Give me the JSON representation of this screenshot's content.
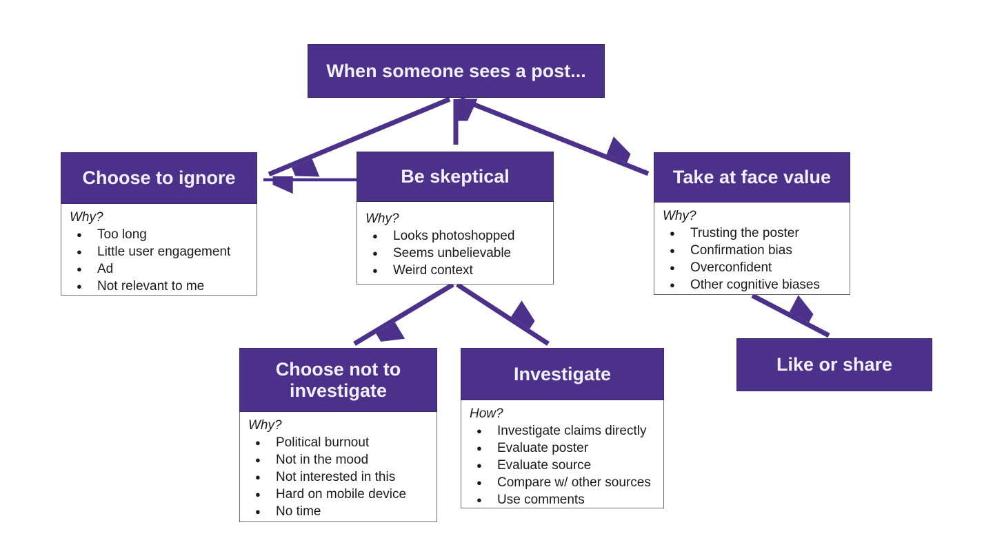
{
  "colors": {
    "purple": "#4B3189",
    "purple-border": "#3A2767",
    "header-text": "#F3EFF9",
    "body-text": "#1A1A1A",
    "border-gray": "#6B6B6B",
    "bg": "#FFFFFF"
  },
  "nodes": {
    "root": {
      "title": "When someone sees a post..."
    },
    "ignore": {
      "title": "Choose to ignore",
      "question": "Why?",
      "items": [
        "Too long",
        "Little user engagement",
        "Ad",
        "Not relevant to me"
      ]
    },
    "skeptical": {
      "title": "Be skeptical",
      "question": "Why?",
      "items": [
        "Looks photoshopped",
        "Seems unbelievable",
        "Weird context"
      ]
    },
    "face_value": {
      "title": "Take at face value",
      "question": "Why?",
      "items": [
        "Trusting the poster",
        "Confirmation bias",
        "Overconfident",
        "Other cognitive biases"
      ]
    },
    "not_investigate": {
      "title": "Choose not to investigate",
      "question": "Why?",
      "items": [
        "Political burnout",
        "Not in the mood",
        "Not interested in this",
        "Hard on mobile device",
        "No time"
      ]
    },
    "investigate": {
      "title": "Investigate",
      "question": "How?",
      "items": [
        "Investigate claims directly",
        "Evaluate poster",
        "Evaluate source",
        "Compare w/ other sources",
        "Use comments"
      ]
    },
    "like_share": {
      "title": "Like or share"
    }
  }
}
